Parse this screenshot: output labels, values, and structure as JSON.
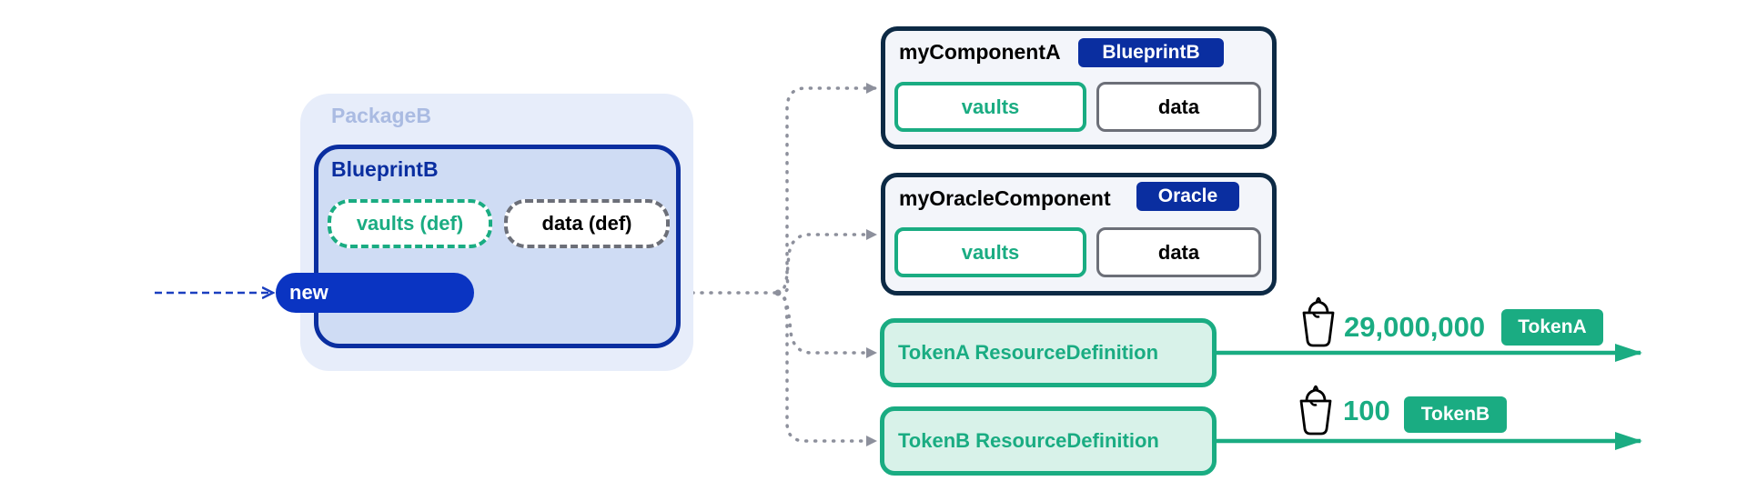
{
  "package": {
    "label": "PackageB"
  },
  "blueprint": {
    "label": "BlueprintB",
    "vaults_def": "vaults (def)",
    "data_def": "data (def)",
    "function": "new"
  },
  "components": [
    {
      "name": "myComponentA",
      "blueprint": "BlueprintB",
      "vaults": "vaults",
      "data": "data"
    },
    {
      "name": "myOracleComponent",
      "blueprint": "Oracle",
      "vaults": "vaults",
      "data": "data"
    }
  ],
  "resources": [
    {
      "label": "TokenA ResourceDefinition",
      "amount": "29,000,000",
      "token": "TokenA"
    },
    {
      "label": "TokenB ResourceDefinition",
      "amount": "100",
      "token": "TokenB"
    }
  ],
  "icons": {
    "bucket": "bucket-icon"
  },
  "colors": {
    "navy": "#0a2ea0",
    "blue": "#0a34c2",
    "green": "#1aac82",
    "green_light": "#d8f2e9",
    "package_bg": "#e7edfa",
    "blueprint_bg": "#cfdcf4",
    "component_border": "#0d2a45",
    "gray": "#6c6f78"
  }
}
